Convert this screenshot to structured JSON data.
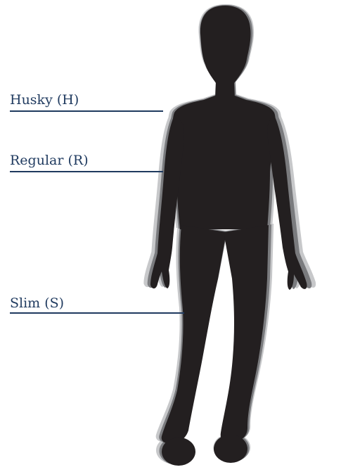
{
  "labels": {
    "husky": "Husky (H)",
    "regular": "Regular (R)",
    "slim": "Slim (S)"
  },
  "colors": {
    "husky_fill": "#c7c8ca",
    "regular_fill": "#7a7b7e",
    "slim_fill": "#231f20",
    "line_color": "#1f3a5f",
    "label_color": "#1f3a5f"
  }
}
